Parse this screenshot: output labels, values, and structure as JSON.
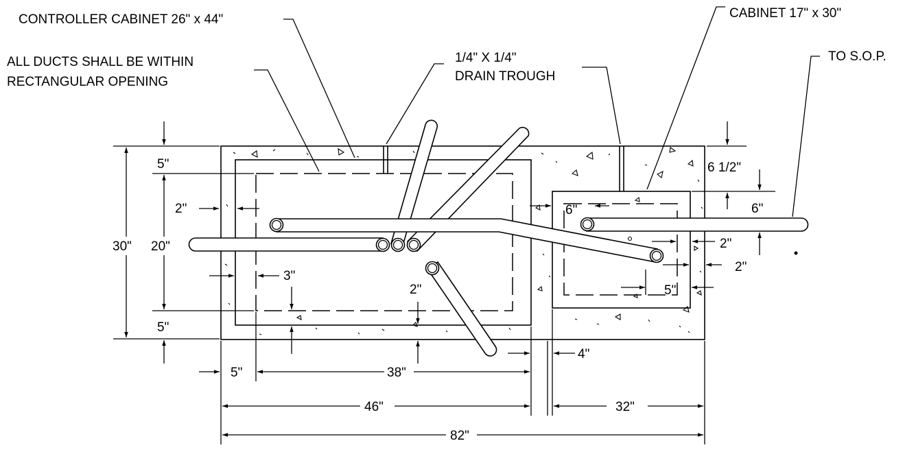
{
  "labels": {
    "controller_cabinet": "CONTROLLER CABINET 26\" x 44\"",
    "ducts_line1": "ALL DUCTS SHALL BE WITHIN",
    "ducts_line2": "RECTANGULAR OPENING",
    "trough_line1": "1/4\" X 1/4\"",
    "trough_line2": "DRAIN TROUGH",
    "cabinet_small": "CABINET 17\" x 30\"",
    "to_sop": "TO S.O.P."
  },
  "dimensions": {
    "left_top_5": "5\"",
    "left_2": "2\"",
    "overall_30": "30\"",
    "opening_20": "20\"",
    "left_3": "3\"",
    "bottom_left_5": "5\"",
    "center_2": "2\"",
    "cab_6_left": "6\"",
    "top_right_6_1_2": "6 1/2\"",
    "right_6": "6\"",
    "right_2a": "2\"",
    "right_2b": "2\"",
    "cab_5": "5\"",
    "bottom_5": "5\"",
    "dim_38": "38\"",
    "gap_4": "4\"",
    "dim_46": "46\"",
    "dim_32": "32\"",
    "dim_82": "82\""
  }
}
